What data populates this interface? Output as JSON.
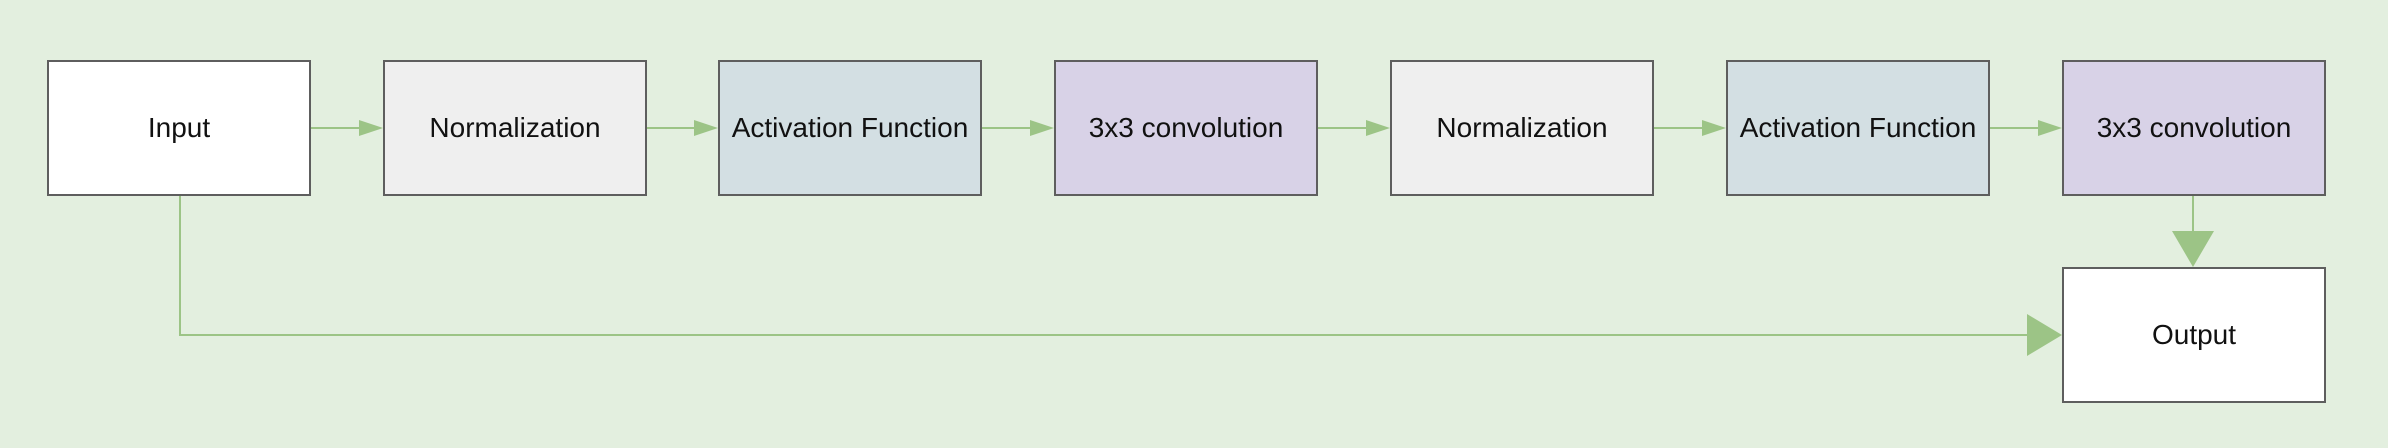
{
  "diagram": {
    "colors": {
      "background": "#e3efdf",
      "edge": "#9cc486",
      "border": "#5e5e5e",
      "io_fill": "#ffffff",
      "normalization_fill": "#efefef",
      "activation_fill": "#d3dfe3",
      "convolution_fill": "#d8d2e7"
    },
    "nodes": {
      "input": {
        "label": "Input",
        "kind": "io"
      },
      "normalization_1": {
        "label": "Normalization",
        "kind": "normalization"
      },
      "activation_1": {
        "label": "Activation Function",
        "kind": "activation"
      },
      "convolution_1": {
        "label": "3x3 convolution",
        "kind": "convolution"
      },
      "normalization_2": {
        "label": "Normalization",
        "kind": "normalization"
      },
      "activation_2": {
        "label": "Activation Function",
        "kind": "activation"
      },
      "convolution_2": {
        "label": "3x3 convolution",
        "kind": "convolution"
      },
      "output": {
        "label": "Output",
        "kind": "io"
      }
    },
    "edges": [
      {
        "from": "input",
        "to": "normalization_1"
      },
      {
        "from": "normalization_1",
        "to": "activation_1"
      },
      {
        "from": "activation_1",
        "to": "convolution_1"
      },
      {
        "from": "convolution_1",
        "to": "normalization_2"
      },
      {
        "from": "normalization_2",
        "to": "activation_2"
      },
      {
        "from": "activation_2",
        "to": "convolution_2"
      },
      {
        "from": "convolution_2",
        "to": "output"
      },
      {
        "from": "input",
        "to": "output",
        "type": "skip"
      }
    ]
  }
}
